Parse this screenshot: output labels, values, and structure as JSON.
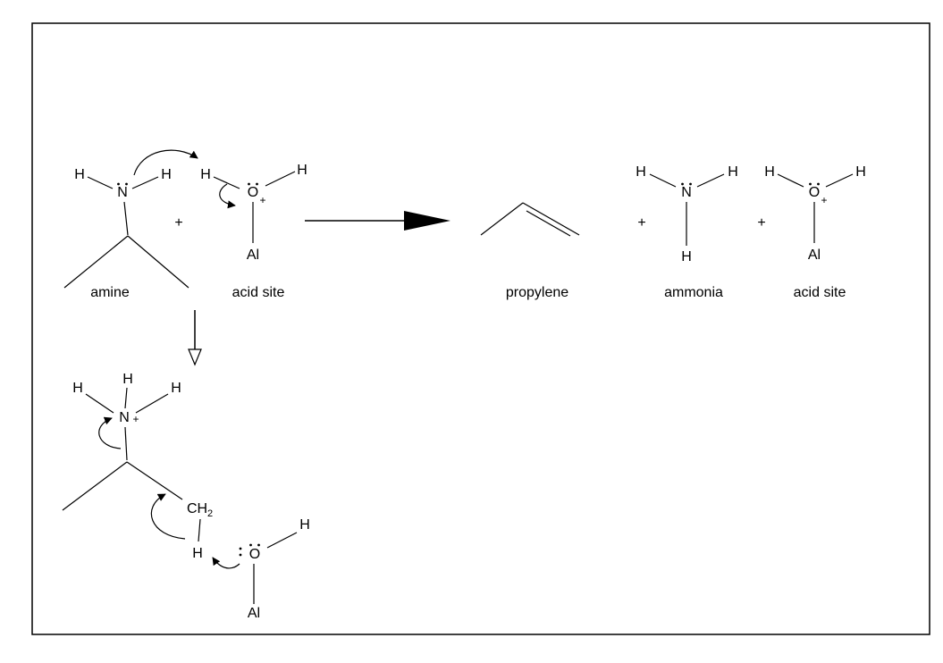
{
  "colors": {
    "ink": "#000000",
    "background": "#ffffff"
  },
  "scheme": {
    "amine": {
      "h_left": "H",
      "h_right": "H",
      "n": "N",
      "label": "amine"
    },
    "plus_reactants": "+",
    "acid_site_left": {
      "h_left": "H",
      "h_right": "H",
      "o": "O",
      "charge": "+",
      "al": "Al",
      "label": "acid site"
    },
    "propylene": {
      "label": "propylene"
    },
    "plus_products_1": "+",
    "ammonia": {
      "h_left": "H",
      "h_right": "H",
      "n": "N",
      "h_bottom": "H",
      "label": "ammonia"
    },
    "plus_products_2": "+",
    "acid_site_right": {
      "h_left": "H",
      "h_right": "H",
      "o": "O",
      "charge": "+",
      "al": "Al",
      "label": "acid site"
    },
    "intermediate": {
      "h_left": "H",
      "h_top": "H",
      "h_right": "H",
      "n": "N",
      "charge": "+",
      "ch": "CH",
      "ch_sub": "2",
      "h_transfer": "H",
      "o": "O",
      "h_oh": "H",
      "al": "Al"
    }
  }
}
